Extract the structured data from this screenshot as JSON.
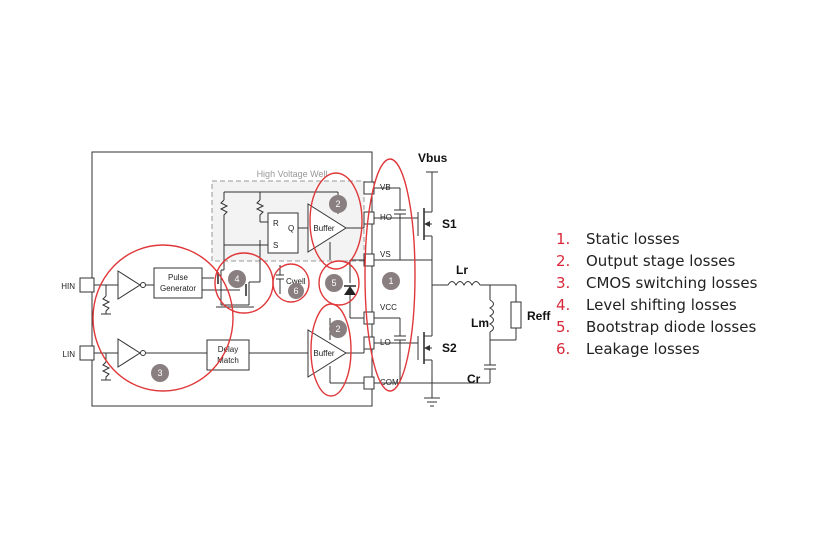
{
  "diagram": {
    "well_label": "High Voltage Well",
    "vbus": "Vbus",
    "pins": {
      "hin": "HIN",
      "lin": "LIN",
      "vb": "VB",
      "ho": "HO",
      "vs": "VS",
      "vcc": "VCC",
      "lo": "LO",
      "com": "COM"
    },
    "blocks": {
      "pulse_gen": [
        "Pulse",
        "Generator"
      ],
      "delay_match": [
        "Delay",
        "Match"
      ],
      "buffer": "Buffer",
      "cwell": "Cwell"
    },
    "latch": {
      "r": "R",
      "s": "S",
      "q": "Q"
    },
    "switches": {
      "s1": "S1",
      "s2": "S2"
    },
    "passives": {
      "lr": "Lr",
      "lm": "Lm",
      "cr": "Cr",
      "reff": "Reff"
    },
    "badges": [
      "1",
      "2",
      "2",
      "3",
      "4",
      "5",
      "6"
    ]
  },
  "legend": [
    {
      "num": "1.",
      "text": "Static losses"
    },
    {
      "num": "2.",
      "text": "Output stage losses"
    },
    {
      "num": "3.",
      "text": "CMOS switching losses"
    },
    {
      "num": "4.",
      "text": "Level shifting losses"
    },
    {
      "num": "5.",
      "text": "Bootstrap diode losses"
    },
    {
      "num": "6.",
      "text": "Leakage losses"
    }
  ],
  "colors": {
    "accent": "#e0383a",
    "badge": "#8a7f80",
    "legend_number": "#d8283a"
  }
}
